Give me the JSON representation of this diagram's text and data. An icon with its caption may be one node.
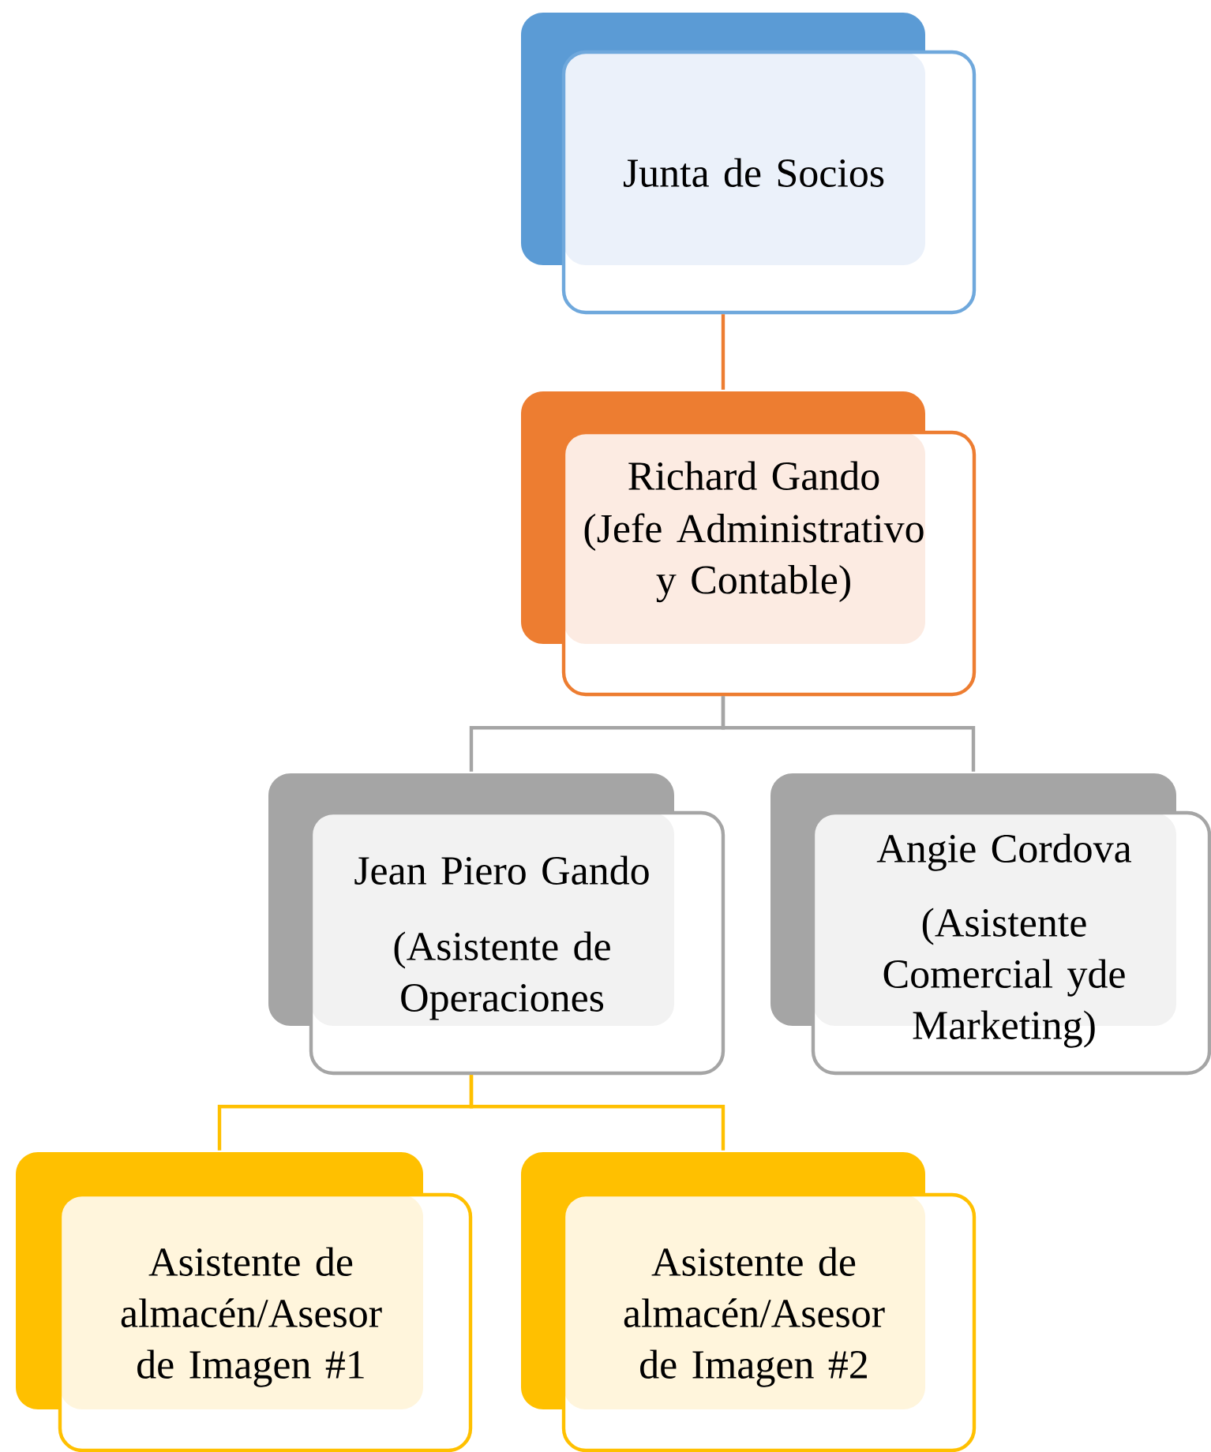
{
  "diagram": {
    "nodes": [
      {
        "text": [
          "Junta de Socios"
        ]
      },
      {
        "text": [
          "Richard Gando",
          "(Jefe Administrativo y Contable)"
        ]
      },
      {
        "text": [
          "Jean Piero Gando",
          "(Asistente de Operaciones"
        ]
      },
      {
        "text": [
          "Angie Cordova",
          "(Asistente Comercial yde Marketing)"
        ]
      },
      {
        "text": [
          "Asistente de almacén/Asesor de Imagen #1"
        ]
      },
      {
        "text": [
          "Asistente de almacén/Asesor de Imagen #2"
        ]
      }
    ],
    "edges": [
      {
        "from": 0,
        "to": 1,
        "arrow": "none",
        "color": "#ed7d31"
      },
      {
        "from": 1,
        "to": 2,
        "arrow": "none",
        "color": "#a5a5a5"
      },
      {
        "from": 1,
        "to": 3,
        "arrow": "none",
        "color": "#a5a5a5"
      },
      {
        "from": 2,
        "to": 4,
        "arrow": "none",
        "color": "#ffc000"
      },
      {
        "from": 2,
        "to": 5,
        "arrow": "none",
        "color": "#ffc000"
      }
    ]
  }
}
